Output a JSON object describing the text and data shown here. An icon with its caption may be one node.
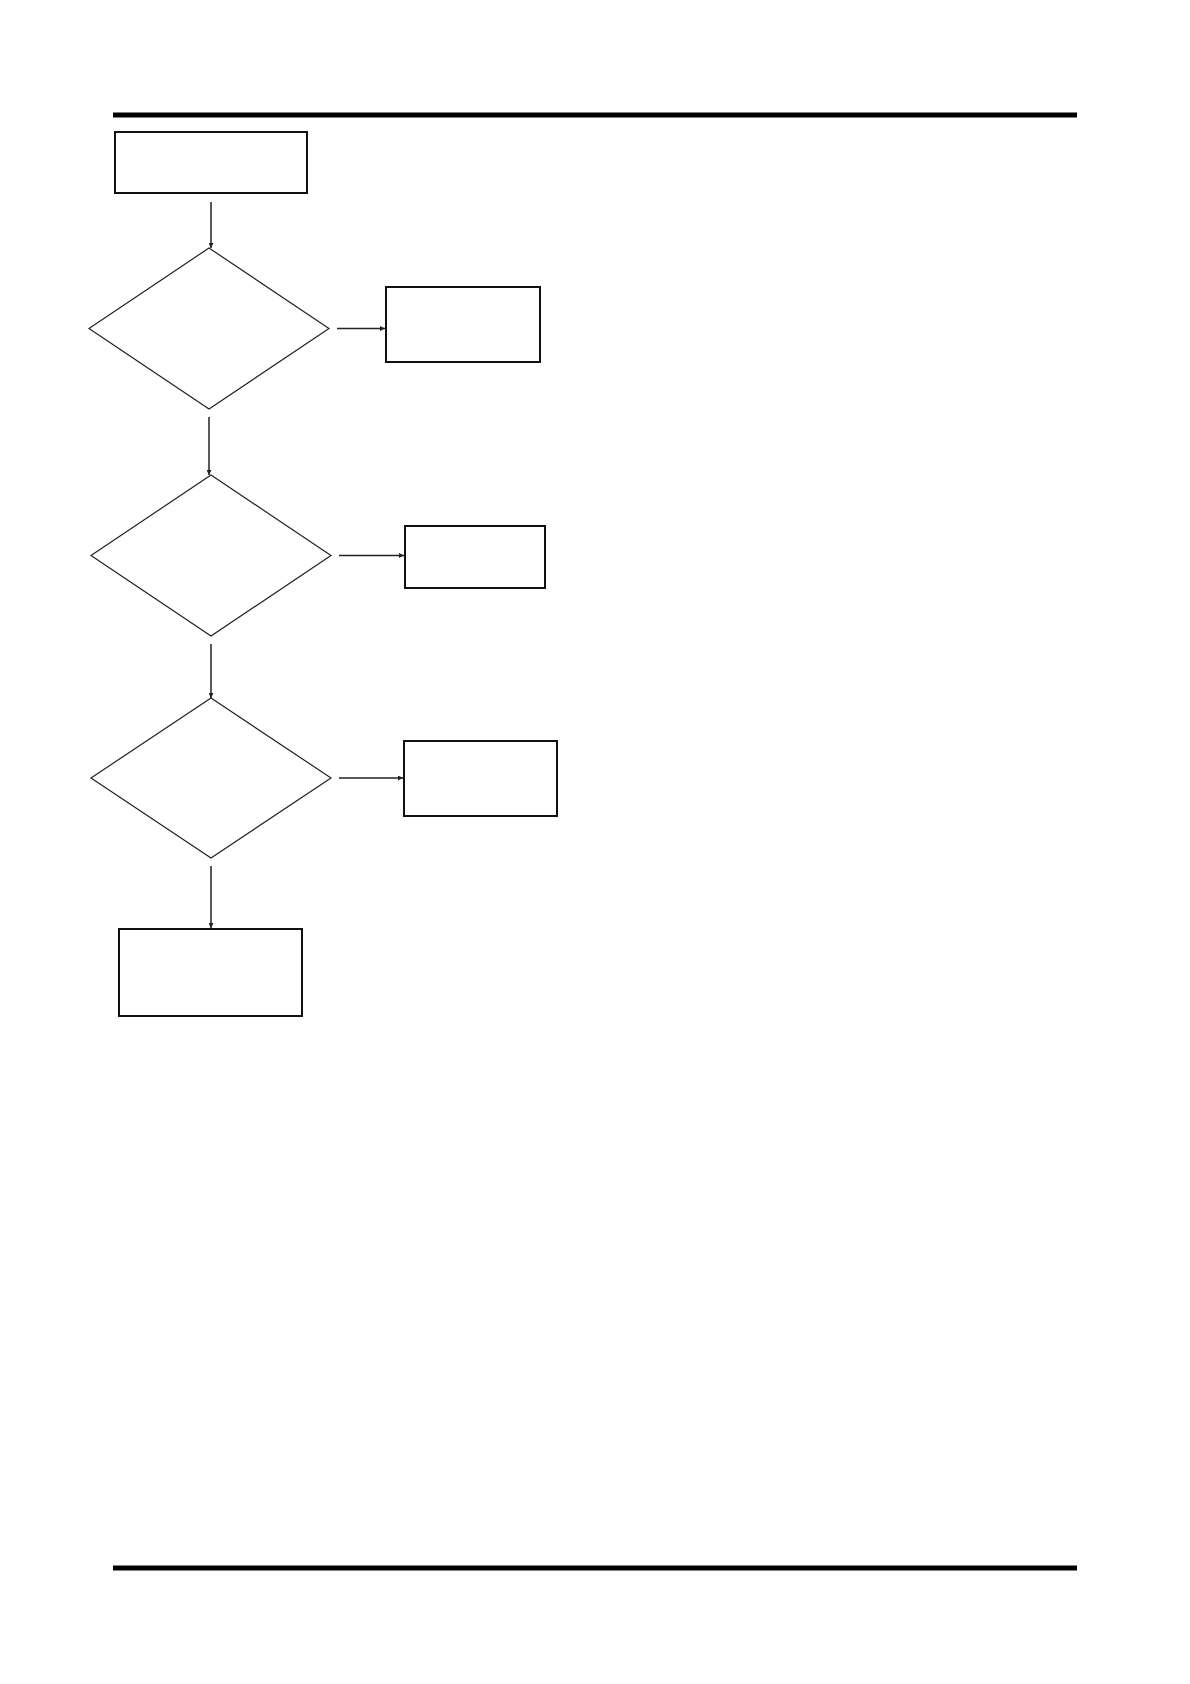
{
  "diagram": {
    "nodes": [
      {
        "text": [],
        "shape": "box"
      },
      {
        "text": [],
        "shape": "diamond"
      },
      {
        "text": [],
        "shape": "box"
      },
      {
        "text": [],
        "shape": "diamond"
      },
      {
        "text": [],
        "shape": "box"
      },
      {
        "text": [],
        "shape": "diamond"
      },
      {
        "text": [],
        "shape": "box"
      },
      {
        "text": [],
        "shape": "box"
      }
    ],
    "edges": [
      {
        "from": 0,
        "to": 1,
        "arrow": "to"
      },
      {
        "from": 1,
        "to": 2,
        "arrow": "to"
      },
      {
        "from": 1,
        "to": 3,
        "arrow": "to"
      },
      {
        "from": 3,
        "to": 4,
        "arrow": "to"
      },
      {
        "from": 3,
        "to": 5,
        "arrow": "to"
      },
      {
        "from": 5,
        "to": 6,
        "arrow": "to"
      },
      {
        "from": 5,
        "to": 7,
        "arrow": "to"
      }
    ]
  }
}
